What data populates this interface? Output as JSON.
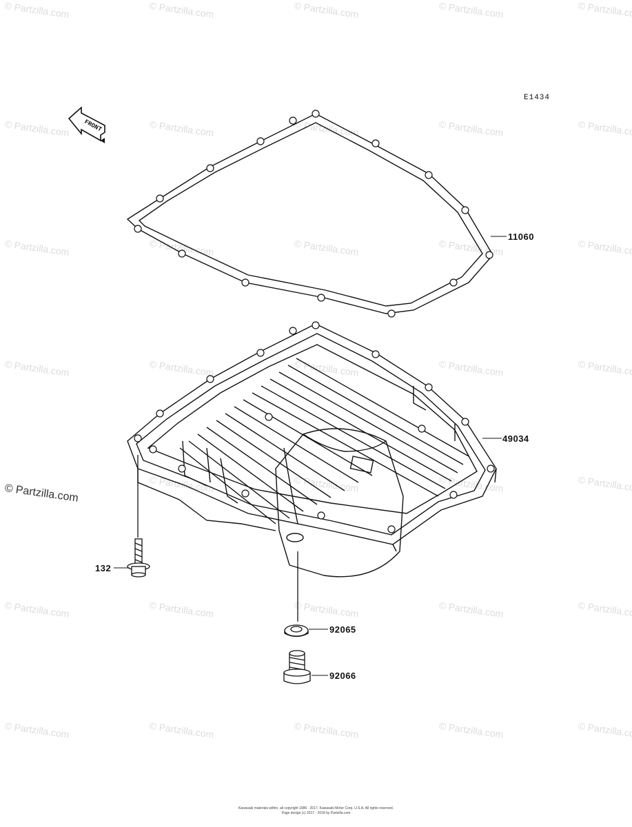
{
  "diagram": {
    "code": "E1434",
    "front_marker": "FRONT"
  },
  "parts": [
    {
      "id": "gasket",
      "number": "11060"
    },
    {
      "id": "oil-pan",
      "number": "49034"
    },
    {
      "id": "bolt",
      "number": "132"
    },
    {
      "id": "gasket-washer",
      "number": "92065"
    },
    {
      "id": "drain-plug",
      "number": "92066"
    }
  ],
  "watermark": {
    "text": "© Partzilla.com"
  },
  "footer": {
    "line1": "Kawasaki materials within, all copyright 1986 - 2017, Kawasaki Motor Corp. U.S.A. All rights reserved.",
    "line2": "Page design (c) 2017 - 2018 by Partzilla.com"
  },
  "colors": {
    "line": "#111111",
    "watermark": "#dcdcdc"
  }
}
